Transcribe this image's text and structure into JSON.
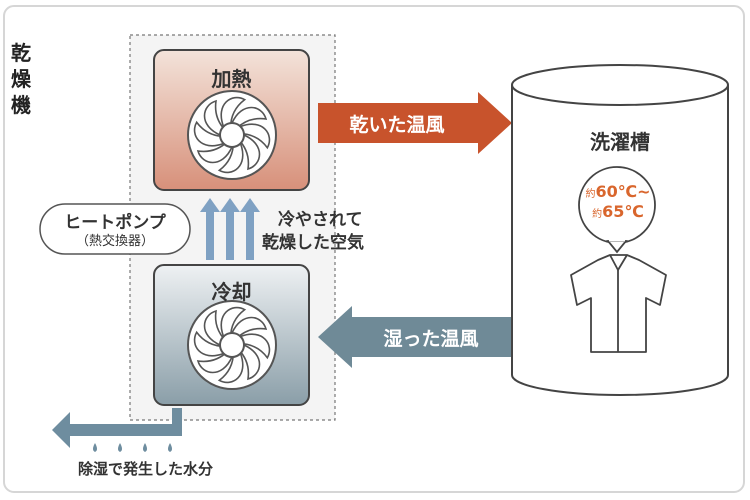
{
  "title": "乾燥機",
  "heat_unit": {
    "label": "加熱"
  },
  "cool_unit": {
    "label": "冷却"
  },
  "heat_pump": {
    "line1": "ヒートポンプ",
    "line2": "（熱交換器）"
  },
  "cooled_air": {
    "line1": "冷やされて",
    "line2": "乾燥した空気"
  },
  "dry_air_label": "乾いた温風",
  "humid_air_label": "湿った温風",
  "drum": {
    "label": "洗濯槽",
    "temp_prefix1": "約",
    "temp_value1": "60℃~",
    "temp_prefix2": "約",
    "temp_value2": "65℃"
  },
  "drain_label": "除湿で発生した水分",
  "colors": {
    "dry_arrow": "#c8532c",
    "humid_arrow": "#6f8a97",
    "up_arrow": "#7fa1c3",
    "drain_arrow": "#6e8d9f",
    "temp_text": "#d9662d",
    "heat_gradient_top": "#f3e3da",
    "heat_gradient_bottom": "#d7907a",
    "cool_gradient_top": "#eef1f3",
    "cool_gradient_bottom": "#8a9ea8"
  }
}
